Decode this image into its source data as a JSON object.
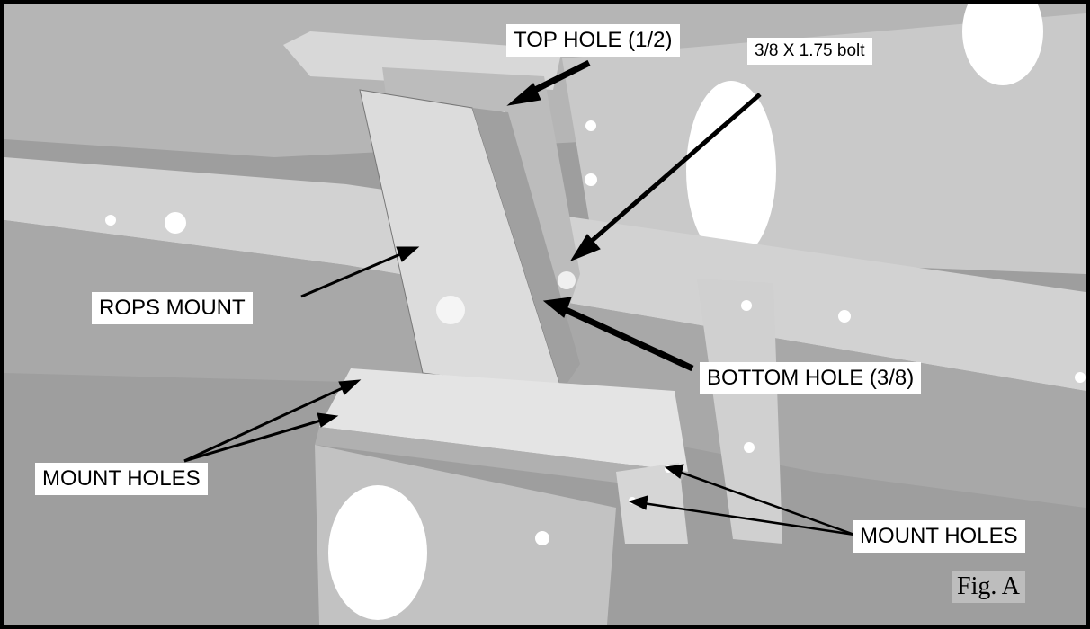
{
  "figure": {
    "caption": "Fig. A",
    "callouts": {
      "top_hole": "TOP HOLE (1/2)",
      "bolt": "3/8 X 1.75 bolt",
      "rops_mount": "ROPS MOUNT",
      "bottom_hole": "BOTTOM HOLE (3/8)",
      "mount_holes_left": "MOUNT HOLES",
      "mount_holes_right": "MOUNT HOLES"
    }
  }
}
